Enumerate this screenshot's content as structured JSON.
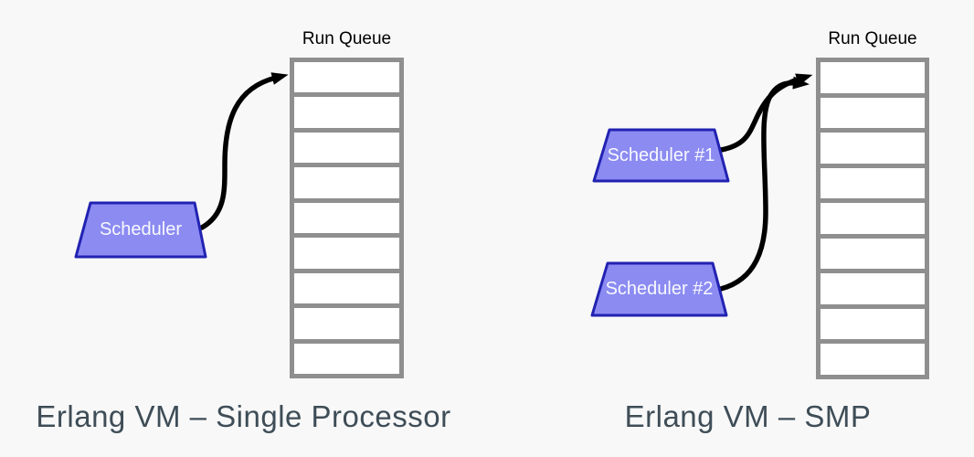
{
  "colors": {
    "background": "#f8f8f8",
    "scheduler_fill": "#8b8bf2",
    "scheduler_border": "#2222b2",
    "scheduler_text": "#f8f8ff",
    "queue_border": "#8f8f8f",
    "queue_cell_fill": "#ffffff",
    "arrow": "#000000",
    "label_text": "#000000",
    "caption_text": "#3e4d57"
  },
  "panels": [
    {
      "caption": "Erlang VM – Single Processor",
      "run_queue": {
        "label": "Run Queue",
        "cell_count": 9
      },
      "schedulers": [
        {
          "label": "Scheduler"
        }
      ]
    },
    {
      "caption": "Erlang VM – SMP",
      "run_queue": {
        "label": "Run Queue",
        "cell_count": 9
      },
      "schedulers": [
        {
          "label": "Scheduler #1"
        },
        {
          "label": "Scheduler #2"
        }
      ]
    }
  ]
}
